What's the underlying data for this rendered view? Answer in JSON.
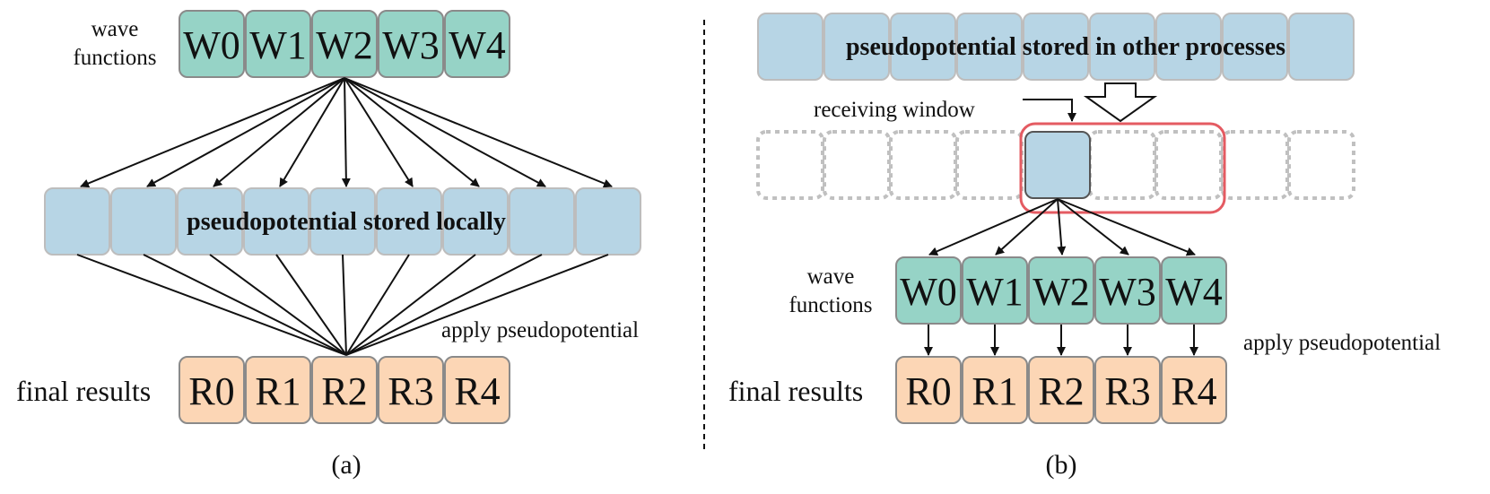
{
  "colors": {
    "wave": "#96d3c6",
    "pseudo": "#b7d5e5",
    "result": "#fcd6b5",
    "box_stroke": "#8a8a8a",
    "ghost_stroke": "#c0c0c0",
    "window": "#e45b62",
    "arrow": "#111111"
  },
  "panel_a": {
    "wave_label_line1": "wave",
    "wave_label_line2": "functions",
    "wave_cells": [
      "W0",
      "W1",
      "W2",
      "W3",
      "W4"
    ],
    "pseudo_label": "pseudopotential stored locally",
    "pseudo_cell_count": 9,
    "apply_label": "apply pseudopotential",
    "results_label": "final results",
    "result_cells": [
      "R0",
      "R1",
      "R2",
      "R3",
      "R4"
    ],
    "caption": "(a)"
  },
  "panel_b": {
    "remote_label": "pseudopotential stored in other processes",
    "remote_cell_count": 9,
    "receiving_label": "receiving window",
    "wave_label_line1": "wave",
    "wave_label_line2": "functions",
    "wave_cells": [
      "W0",
      "W1",
      "W2",
      "W3",
      "W4"
    ],
    "apply_label": "apply pseudopotential",
    "results_label": "final results",
    "result_cells": [
      "R0",
      "R1",
      "R2",
      "R3",
      "R4"
    ],
    "caption": "(b)"
  },
  "icons": [
    "hollow-down-arrow-icon",
    "separator-dashed-line"
  ]
}
